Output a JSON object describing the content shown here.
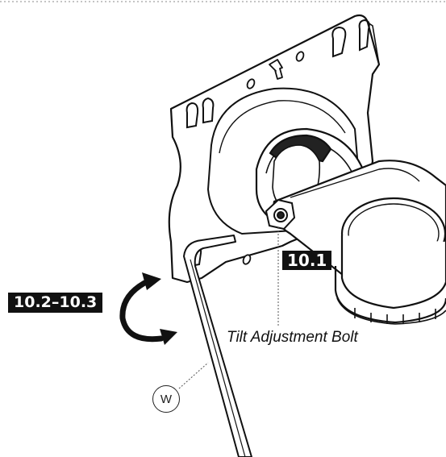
{
  "labels": {
    "step_primary": "10.1",
    "step_range": "10.2–10.3",
    "bolt_name": "Tilt Adjustment Bolt",
    "tool_callout": "W"
  },
  "icons": {
    "rotation": "curved-arrow-icon",
    "up_direction": "up-arrow-icon"
  },
  "colors": {
    "ink": "#111111",
    "label_background": "#111111",
    "label_text": "#ffffff"
  }
}
